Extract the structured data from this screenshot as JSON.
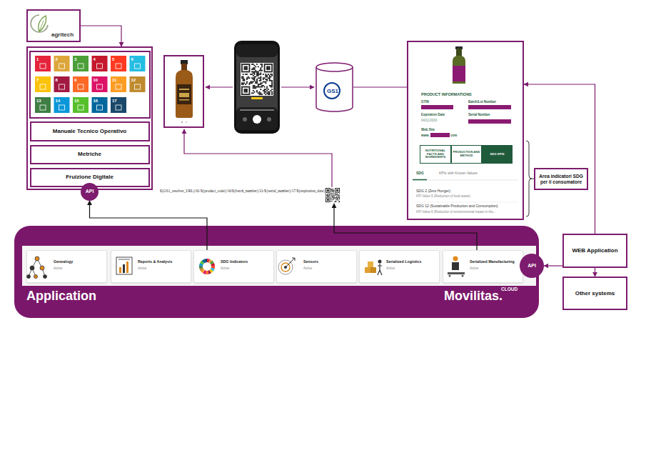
{
  "diagram": {
    "nodes": [
      {
        "text": [
          "agritech"
        ]
      },
      {
        "text": []
      },
      {
        "text": [
          "Manuale Tecnico Operativo"
        ],
        "in": 1
      },
      {
        "text": [
          "Metriche"
        ],
        "in": 1
      },
      {
        "text": [
          "Fruizione Digitale"
        ],
        "in": 1
      },
      {
        "text": [
          "API"
        ]
      },
      {
        "text": [
          "GS1"
        ]
      },
      {
        "text": [
          "PRODUCT INFORMATIONS",
          "GTIN",
          "Batch/Lot Number",
          "Expiration Date",
          "04/11/2020",
          "Serial Number",
          "Web Site",
          "www.",
          "com",
          "SDG",
          "KPIs with Known Values",
          "SDG 2 (Zero Hunger)",
          "KPI Value 5 (Reduction of food waste)",
          "SDG 12 (Sustainable Production and Consumption)",
          "KPI Value 6 (Reduction of environmental impact in the..."
        ]
      },
      {
        "text": [
          "NUTRITIONAL FACTS AND INGREDIENTS"
        ],
        "in": 7
      },
      {
        "text": [
          "PRODUCTION AND METHOD"
        ],
        "in": 7
      },
      {
        "text": [
          "SDG KPIS"
        ],
        "in": 7
      },
      {
        "text": [
          "Area indicatori SDG per il consumatore"
        ]
      },
      {
        "text": [
          "Application",
          "Movilitas.",
          "CLOUD"
        ]
      },
      {
        "text": [
          "Genealogy",
          "Active"
        ],
        "in": 12
      },
      {
        "text": [
          "Reports & Analysis",
          "Active"
        ],
        "in": 12
      },
      {
        "text": [
          "SDG Indicators",
          "Active"
        ],
        "in": 12
      },
      {
        "text": [
          "Sensors",
          "Active"
        ],
        "in": 12
      },
      {
        "text": [
          "Serialized Logistics",
          "Active"
        ],
        "in": 12
      },
      {
        "text": [
          "Serialized Manufacturing",
          "Active"
        ],
        "in": 12
      },
      {
        "text": [
          "API"
        ]
      },
      {
        "text": [
          "WEB Application"
        ]
      },
      {
        "text": [
          "Other systems"
        ]
      }
    ],
    "edges": [
      {
        "from": 0,
        "to": 1,
        "arrow": "to"
      },
      {
        "from": 6,
        "to": 7,
        "arrow": "none"
      },
      {
        "from": 15,
        "to": 5,
        "arrow": "to"
      },
      {
        "from": 20,
        "to": 19,
        "arrow": "to"
      },
      {
        "from": 20,
        "to": 7,
        "arrow": "to"
      },
      {
        "from": 20,
        "to": 21,
        "arrow": "to"
      }
    ],
    "labels": [
      "${GS1_resolver_URL}/01/${product_code}/10/${batch_number}/21/${serial_number}/17/${expiration_date}",
      "1",
      "2",
      "3",
      "4",
      "5",
      "6",
      "7",
      "8",
      "9",
      "10",
      "11",
      "12",
      "13",
      "14",
      "15",
      "16",
      "17"
    ]
  }
}
